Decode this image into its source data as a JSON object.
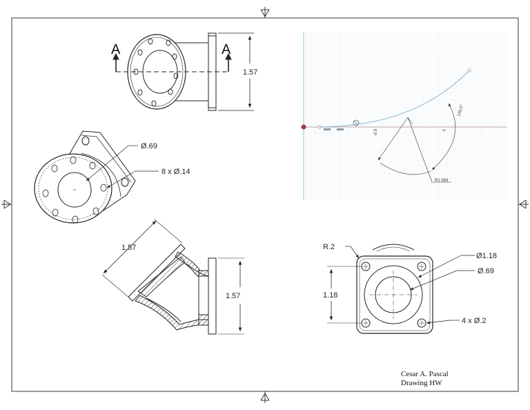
{
  "section_marks": {
    "left": "A",
    "right": "A"
  },
  "front_view": {
    "height_dim": "1.57"
  },
  "iso_view": {
    "bore_dim": "Ø.69",
    "hole_callout": "8 x Ø.14"
  },
  "section_view": {
    "diag_dim": "1.57",
    "height_dim": "1.57"
  },
  "bottom_view": {
    "radius_callout": "R.2",
    "outer_dia": "Ø1.18",
    "inner_dia": "Ø.69",
    "side_dim": "1.18",
    "hole_callout": "4 x Ø.2"
  },
  "sketch": {
    "angle_label": "135.0°",
    "radius_label": "R1.083",
    "tick_neg_half": "-0.5",
    "tick_neg_one": "-1"
  },
  "title_block": {
    "author": "Cesar A. Pascal",
    "subtitle": "Drawing HW"
  }
}
